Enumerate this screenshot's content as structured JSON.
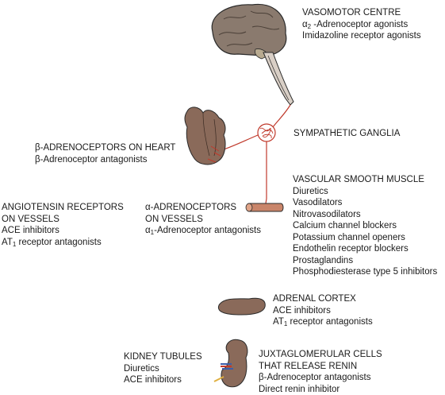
{
  "colors": {
    "brain": "#8a7a6e",
    "brain_stem": "#d9cfc6",
    "organ": "#8a6a5a",
    "vessel": "#c9856a",
    "nerve": "#c0392b",
    "text": "#1a1a1a"
  },
  "labels": {
    "vasomotor": {
      "head": "VASOMOTOR CENTRE",
      "lines": [
        {
          "sym": "α",
          "sub": "2",
          "text": " -Adrenoceptor agonists"
        },
        {
          "sym": "",
          "sub": "",
          "text": "Imidazoline receptor agonists"
        }
      ]
    },
    "ganglia": {
      "head": "SYMPATHETIC GANGLIA",
      "lines": []
    },
    "heart": {
      "head": "β-ADRENOCEPTORS ON HEART",
      "lines": [
        {
          "sym": "",
          "sub": "",
          "text": "β-Adrenoceptor antagonists"
        }
      ]
    },
    "vascular": {
      "head": "VASCULAR SMOOTH MUSCLE",
      "lines": [
        {
          "sym": "",
          "sub": "",
          "text": "Diuretics"
        },
        {
          "sym": "",
          "sub": "",
          "text": "Vasodilators"
        },
        {
          "sym": "",
          "sub": "",
          "text": "Nitrovasodilators"
        },
        {
          "sym": "",
          "sub": "",
          "text": "Calcium channel blockers"
        },
        {
          "sym": "",
          "sub": "",
          "text": "Potassium channel openers"
        },
        {
          "sym": "",
          "sub": "",
          "text": "Endothelin receptor blockers"
        },
        {
          "sym": "",
          "sub": "",
          "text": "Prostaglandins"
        },
        {
          "sym": "",
          "sub": "",
          "text": "Phosphodiesterase type 5 inhibitors"
        }
      ]
    },
    "angiotensin": {
      "head": "ANGIOTENSIN RECEPTORS",
      "lines": [
        {
          "sym": "",
          "sub": "",
          "text": "ON VESSELS"
        },
        {
          "sym": "",
          "sub": "",
          "text": "ACE inhibitors"
        },
        {
          "sym": "AT",
          "sub": "1",
          "text": " receptor antagonists"
        }
      ]
    },
    "alpha": {
      "head": "α-ADRENOCEPTORS",
      "lines": [
        {
          "sym": "",
          "sub": "",
          "text": "ON VESSELS"
        },
        {
          "sym": "α",
          "sub": "1",
          "text": "-Adrenoceptor antagonists"
        }
      ]
    },
    "adrenal": {
      "head": "ADRENAL CORTEX",
      "lines": [
        {
          "sym": "",
          "sub": "",
          "text": "ACE inhibitors"
        },
        {
          "sym": "AT",
          "sub": "1",
          "text": " receptor antagonists"
        }
      ]
    },
    "kidney": {
      "head": "KIDNEY TUBULES",
      "lines": [
        {
          "sym": "",
          "sub": "",
          "text": "Diuretics"
        },
        {
          "sym": "",
          "sub": "",
          "text": "ACE inhibitors"
        }
      ]
    },
    "jg": {
      "head": "JUXTAGLOMERULAR CELLS",
      "lines": [
        {
          "sym": "",
          "sub": "",
          "text": "THAT RELEASE RENIN"
        },
        {
          "sym": "",
          "sub": "",
          "text": "β-Adrenoceptor antagonists"
        },
        {
          "sym": "",
          "sub": "",
          "text": "Direct renin inhibitor"
        }
      ]
    }
  }
}
